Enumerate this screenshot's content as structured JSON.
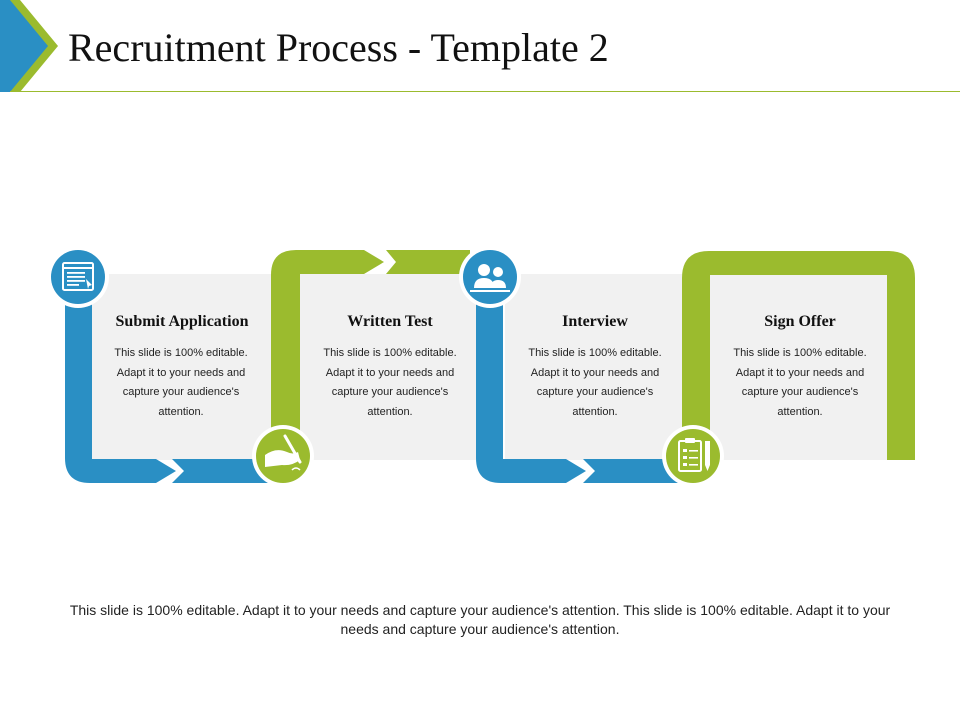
{
  "slide": {
    "title": "Recruitment Process - Template 2",
    "footer_text": "This slide is 100% editable. Adapt it to your needs and capture your audience's attention. This slide is 100% editable. Adapt it to your needs and capture your audience's attention."
  },
  "colors": {
    "blue": "#2a8fc4",
    "green": "#9bbb2e",
    "panel": "#f1f1f1",
    "text": "#222222"
  },
  "steps": [
    {
      "title": "Submit Application",
      "description": "This slide is 100% editable. Adapt it to your needs and capture your audience's attention.",
      "icon": "application-form-icon",
      "color": "blue"
    },
    {
      "title": "Written Test",
      "description": "This slide is 100% editable. Adapt it to your needs and capture your audience's attention.",
      "icon": "hand-writing-icon",
      "color": "green"
    },
    {
      "title": "Interview",
      "description": "This slide is 100% editable. Adapt it to your needs and capture your audience's attention.",
      "icon": "interview-people-icon",
      "color": "blue"
    },
    {
      "title": "Sign Offer",
      "description": "This slide is 100% editable. Adapt it to your needs and capture your audience's attention.",
      "icon": "clipboard-pencil-icon",
      "color": "green"
    }
  ]
}
